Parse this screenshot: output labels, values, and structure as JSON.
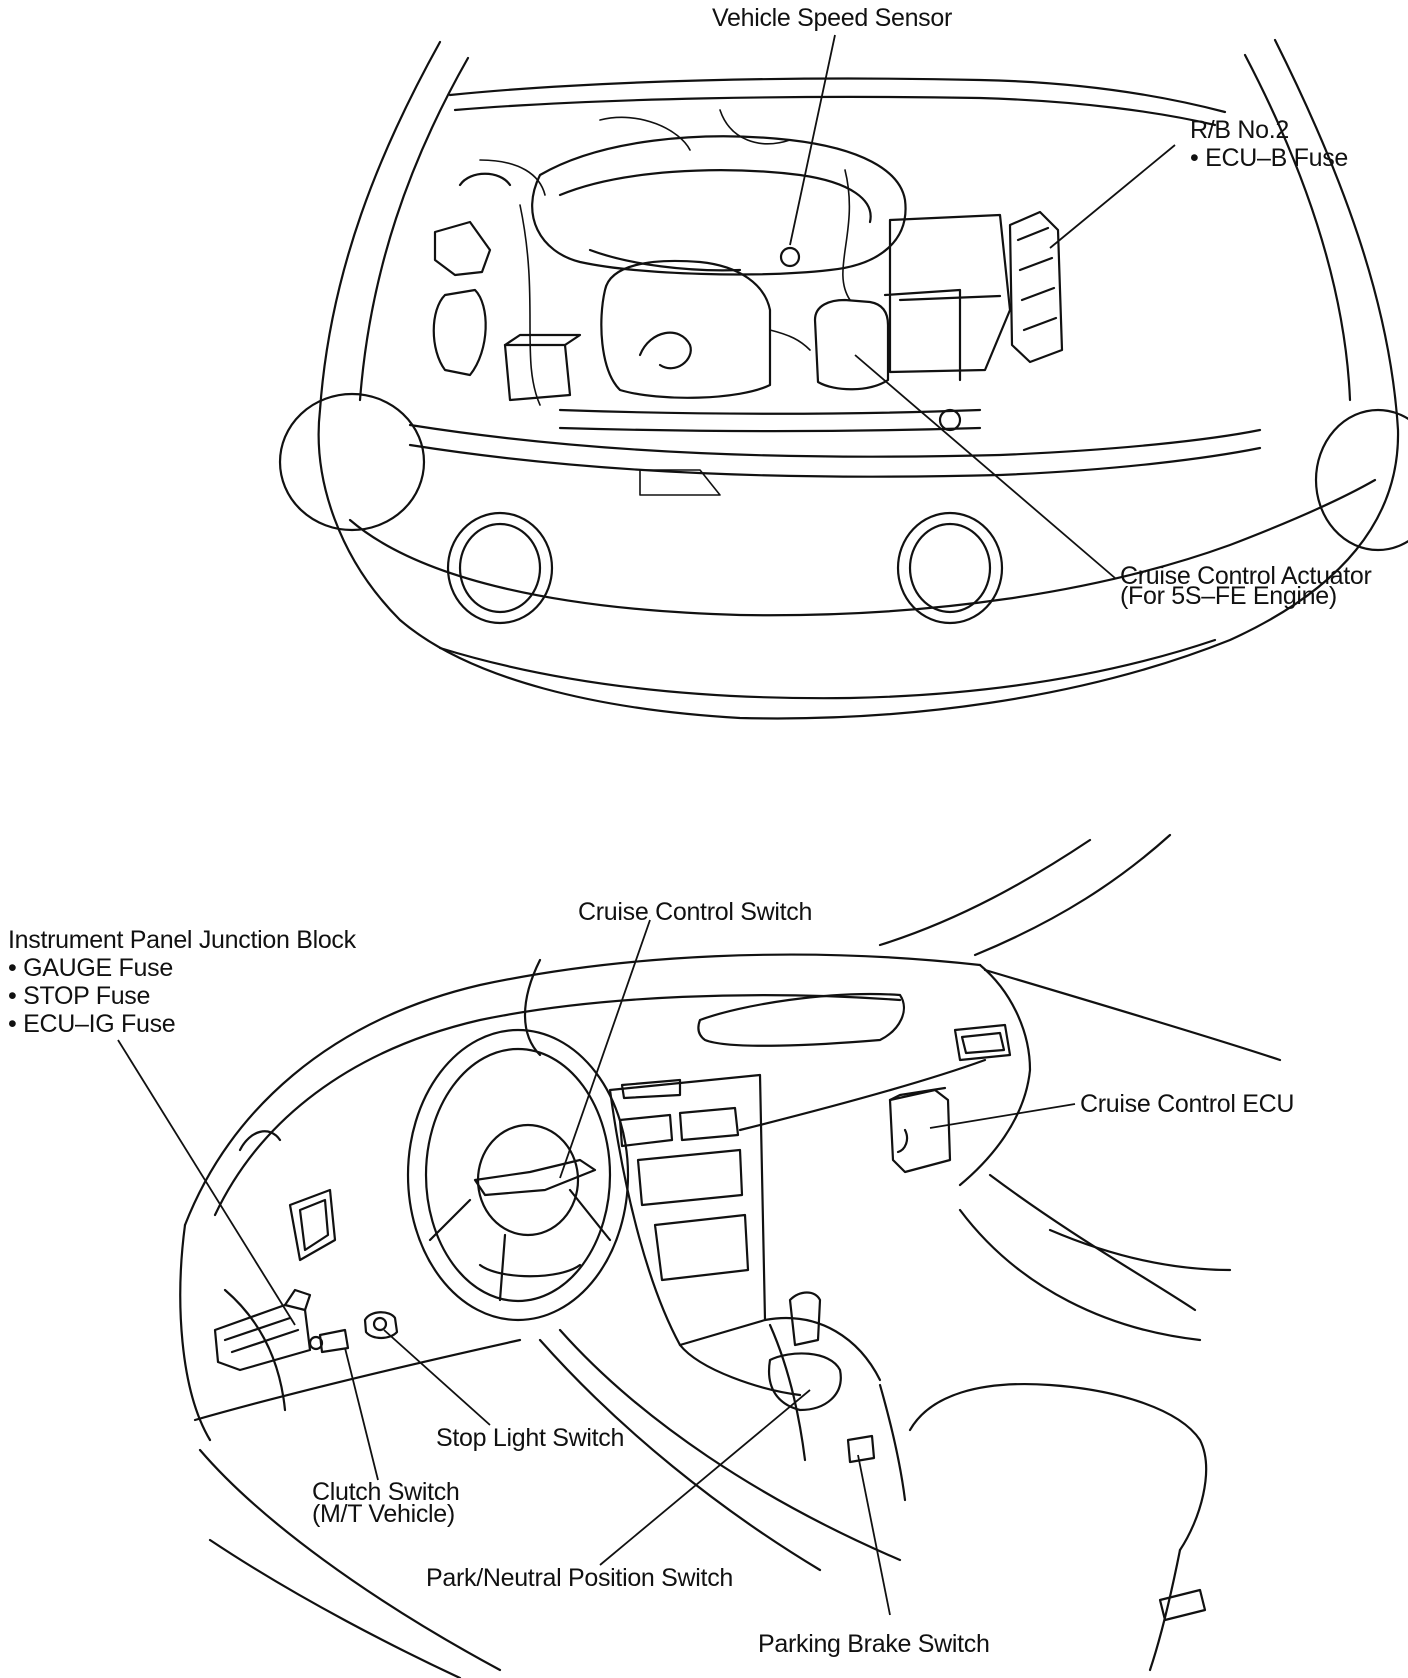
{
  "labels": {
    "vehicle_speed_sensor": "Vehicle Speed Sensor",
    "rb_no2": "R/B No.2",
    "ecu_b_fuse": "ECU–B Fuse",
    "cruise_actuator_1": "Cruise Control Actuator",
    "cruise_actuator_2": "(For 5S–FE Engine)",
    "cruise_control_switch": "Cruise Control Switch",
    "ipjb_title": "Instrument  Panel Junction Block",
    "gauge_fuse": "GAUGE Fuse",
    "stop_fuse": "STOP Fuse",
    "ecu_ig_fuse": "ECU–IG Fuse",
    "cruise_control_ecu": "Cruise Control ECU",
    "stop_light_switch": "Stop Light Switch",
    "clutch_switch_1": "Clutch Switch",
    "clutch_switch_2": "(M/T Vehicle)",
    "park_neutral_switch": "Park/Neutral Position Switch",
    "parking_brake_switch": "Parking Brake Switch"
  }
}
